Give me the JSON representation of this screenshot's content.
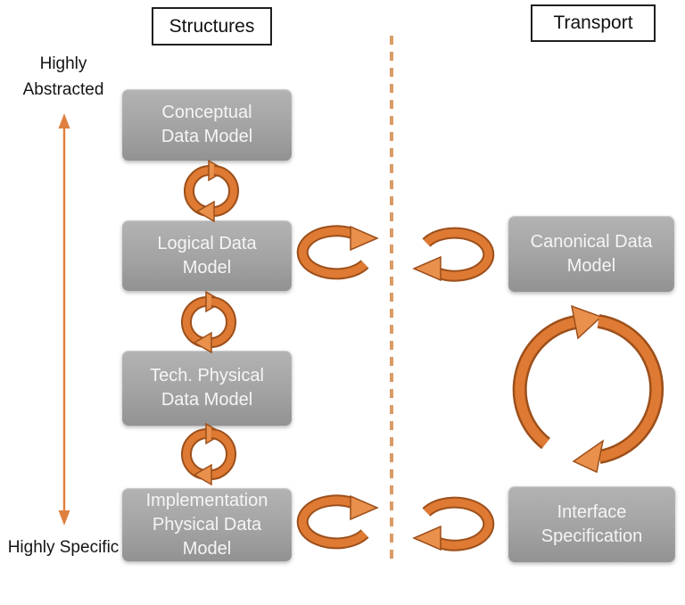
{
  "headers": {
    "structures": "Structures",
    "transport": "Transport"
  },
  "axis": {
    "top_label": "Highly Abstracted",
    "bottom_label": "Highly Specific"
  },
  "structure_boxes": [
    {
      "id": "conceptual-data-model",
      "lines": [
        "Conceptual",
        "Data Model"
      ]
    },
    {
      "id": "logical-data-model",
      "lines": [
        "Logical Data",
        "Model"
      ]
    },
    {
      "id": "tech-physical-data-model",
      "lines": [
        "Tech. Physical",
        "Data Model"
      ]
    },
    {
      "id": "implementation-physical-data-model",
      "lines": [
        "Implementation",
        "Physical Data",
        "Model"
      ]
    }
  ],
  "transport_boxes": [
    {
      "id": "canonical-data-model",
      "lines": [
        "Canonical Data",
        "Model"
      ]
    },
    {
      "id": "interface-specification",
      "lines": [
        "Interface",
        "Specification"
      ]
    }
  ],
  "icons": {
    "cycle": "two-arrow-sync-cycle",
    "large_cycle": "large-two-arrow-cycle",
    "loop_right": "horizontal-loop-arrow-pointing-right",
    "loop_left": "horizontal-loop-arrow-pointing-left",
    "axis_arrow": "vertical-double-headed-arrow",
    "divider": "vertical-dashed-line"
  },
  "colors": {
    "orange": "#DE7A33",
    "orange_dark_outline": "#9C4F1B",
    "orange_head": "#E8904C",
    "dashed_line": "#DB9B64",
    "box_gray_top": "#B3B3B3",
    "box_gray_bottom": "#929292",
    "box_text": "#F5F5F5",
    "header_border": "#1F1F1F",
    "label_text": "#141414"
  }
}
